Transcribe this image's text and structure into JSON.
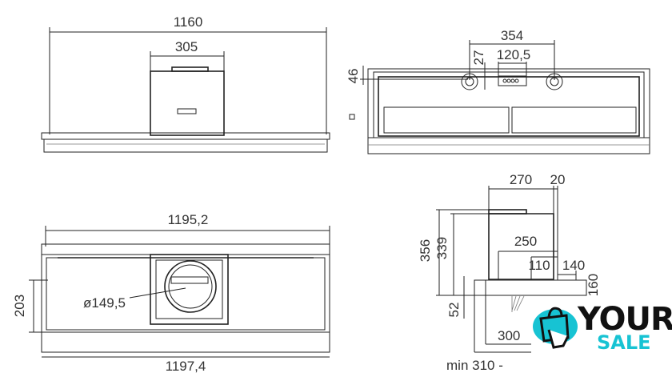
{
  "front_view": {
    "width": "1160",
    "box_width": "305"
  },
  "bottom_view": {
    "hole_spacing": "354",
    "panel_width": "120,5",
    "panel_offset": "27",
    "hole_offset": "46"
  },
  "rear_view": {
    "width_top": "1195,2",
    "height": "203",
    "outlet_diameter": "ø149,5",
    "width_bottom": "1197,4"
  },
  "side_view": {
    "depth": "270",
    "back_gap": "20",
    "total_height": "356",
    "body_height": "339",
    "inner_depth": "250",
    "d110": "110",
    "d140": "140",
    "d160": "160",
    "d52": "52",
    "d300": "300",
    "min_label": "min 310 -"
  },
  "logo": {
    "line1": "YOUR",
    "line2": "SALE",
    "accent": "#17c3d3"
  }
}
